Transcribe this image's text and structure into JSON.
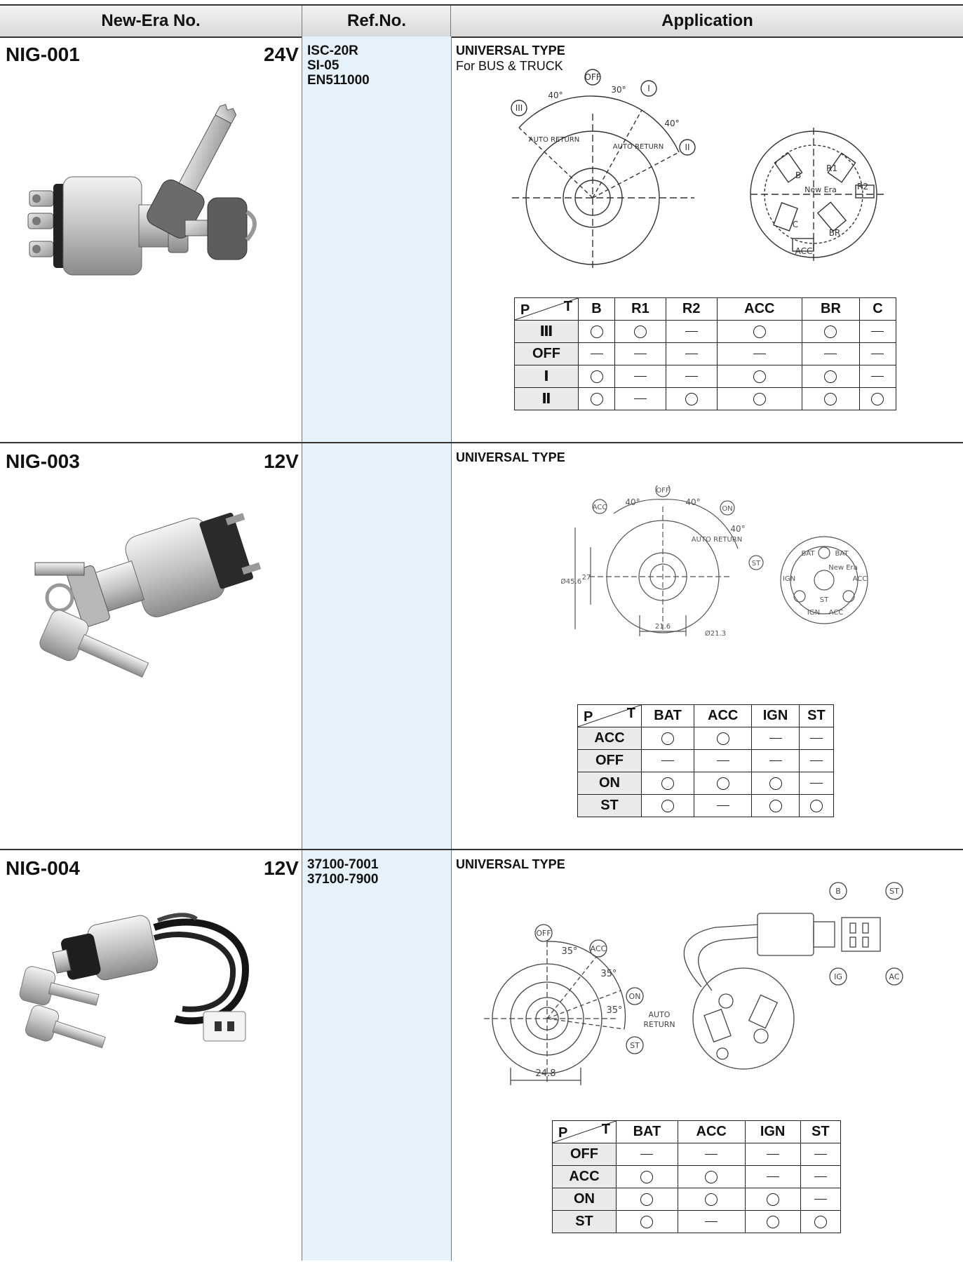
{
  "header": {
    "col1": "New-Era No.",
    "col2": "Ref.No.",
    "col3": "Application"
  },
  "rows": [
    {
      "model": "NIG-001",
      "voltage": "24V",
      "refs": [
        "ISC-20R",
        "SI-05",
        "EN511000"
      ],
      "title": "UNIVERSAL TYPE",
      "subtitle": "For BUS & TRUCK",
      "drawing_labels": {
        "off": "OFF",
        "i": "I",
        "ii": "II",
        "iii": "III",
        "a40": "40°",
        "a30": "30°",
        "a40b": "40°",
        "ar1": "AUTO RETURN",
        "ar2": "AUTO RETURN",
        "b": "B",
        "r1": "R1",
        "r2": "R2",
        "c": "C",
        "br": "BR",
        "acc": "ACC",
        "brand": "New Era"
      },
      "table": {
        "corner_p": "P",
        "corner_t": "T",
        "columns": [
          "B",
          "R1",
          "R2",
          "ACC",
          "BR",
          "C"
        ],
        "rows": [
          {
            "pos": "Ⅲ",
            "cells": [
              "o",
              "o",
              "-",
              "o",
              "o",
              "-"
            ]
          },
          {
            "pos": "OFF",
            "cells": [
              "-",
              "-",
              "-",
              "-",
              "-",
              "-"
            ]
          },
          {
            "pos": "Ⅰ",
            "cells": [
              "o",
              "-",
              "-",
              "o",
              "o",
              "-"
            ]
          },
          {
            "pos": "Ⅱ",
            "cells": [
              "o",
              "-",
              "o",
              "o",
              "o",
              "o"
            ]
          }
        ]
      }
    },
    {
      "model": "NIG-003",
      "voltage": "12V",
      "refs": [],
      "title": "UNIVERSAL TYPE",
      "subtitle": "",
      "drawing_labels": {
        "acc": "ACC",
        "off": "OFF",
        "on": "ON",
        "st": "ST",
        "a40a": "40°",
        "a40b": "40°",
        "a40c": "40°",
        "ar": "AUTO RETURN",
        "d1": "Ø45.6",
        "d2": "27",
        "d3": "21.6",
        "d4": "Ø21.3",
        "bat1": "BAT",
        "bat2": "BAT",
        "ign1": "IGN",
        "ign2": "IGN",
        "acc1": "ACC",
        "acc2": "ACC",
        "st2": "ST",
        "brand": "New Era"
      },
      "table": {
        "corner_p": "P",
        "corner_t": "T",
        "columns": [
          "BAT",
          "ACC",
          "IGN",
          "ST"
        ],
        "rows": [
          {
            "pos": "ACC",
            "cells": [
              "o",
              "o",
              "-",
              "-"
            ]
          },
          {
            "pos": "OFF",
            "cells": [
              "-",
              "-",
              "-",
              "-"
            ]
          },
          {
            "pos": "ON",
            "cells": [
              "o",
              "o",
              "o",
              "-"
            ]
          },
          {
            "pos": "ST",
            "cells": [
              "o",
              "-",
              "o",
              "o"
            ]
          }
        ]
      }
    },
    {
      "model": "NIG-004",
      "voltage": "12V",
      "refs": [
        "37100-7001",
        "37100-7900"
      ],
      "title": "UNIVERSAL TYPE",
      "subtitle": "",
      "drawing_labels": {
        "off": "OFF",
        "acc": "ACC",
        "on": "ON",
        "st": "ST",
        "a35a": "35°",
        "a35b": "35°",
        "a35c": "35°",
        "ar1": "AUTO",
        "ar2": "RETURN",
        "d1": "24.8",
        "b": "B",
        "st2": "ST",
        "ig": "IG",
        "ac": "AC"
      },
      "table": {
        "corner_p": "P",
        "corner_t": "T",
        "columns": [
          "BAT",
          "ACC",
          "IGN",
          "ST"
        ],
        "rows": [
          {
            "pos": "OFF",
            "cells": [
              "-",
              "-",
              "-",
              "-"
            ]
          },
          {
            "pos": "ACC",
            "cells": [
              "o",
              "o",
              "-",
              "-"
            ]
          },
          {
            "pos": "ON",
            "cells": [
              "o",
              "o",
              "o",
              "-"
            ]
          },
          {
            "pos": "ST",
            "cells": [
              "o",
              "-",
              "o",
              "o"
            ]
          }
        ]
      }
    }
  ]
}
